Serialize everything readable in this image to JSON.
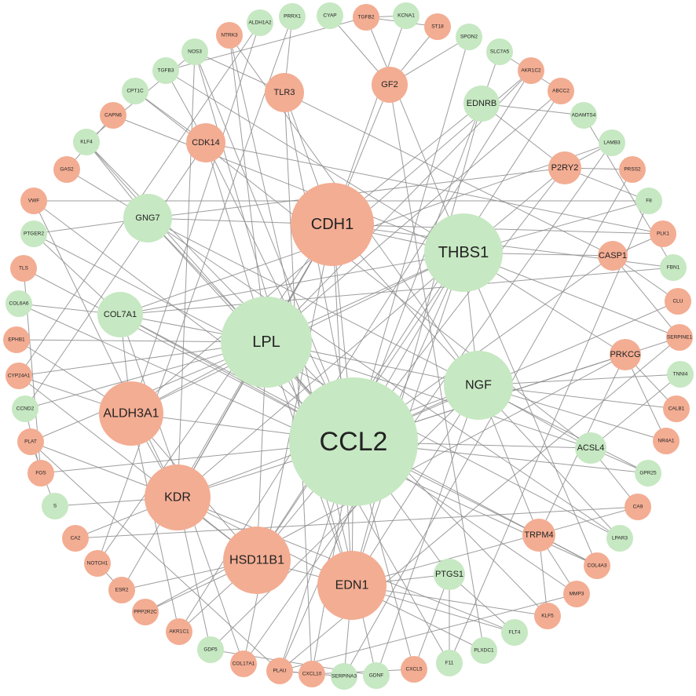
{
  "colors": {
    "up": "#f3ad93",
    "down": "#c6e8c2",
    "edge": "#8c8c8c"
  },
  "nodes": [
    {
      "id": "CCL2",
      "group": "down",
      "size": "xl"
    },
    {
      "id": "LPL",
      "group": "down",
      "size": "lg"
    },
    {
      "id": "CDH1",
      "group": "up",
      "size": "lg"
    },
    {
      "id": "THBS1",
      "group": "down",
      "size": "lg"
    },
    {
      "id": "NGF",
      "group": "down",
      "size": "md"
    },
    {
      "id": "EDN1",
      "group": "up",
      "size": "md"
    },
    {
      "id": "HSD11B1",
      "group": "up",
      "size": "md"
    },
    {
      "id": "KDR",
      "group": "up",
      "size": "md"
    },
    {
      "id": "ALDH3A1",
      "group": "up",
      "size": "md"
    },
    {
      "id": "COL7A1",
      "group": "down",
      "size": "sm"
    },
    {
      "id": "GNG7",
      "group": "down",
      "size": "sm"
    },
    {
      "id": "CDK14",
      "group": "up",
      "size": "sm"
    },
    {
      "id": "TLR3",
      "group": "up",
      "size": "sm"
    },
    {
      "id": "GF2",
      "group": "up",
      "size": "sm"
    },
    {
      "id": "EDNRB",
      "group": "down",
      "size": "sm"
    },
    {
      "id": "P2RY2",
      "group": "up",
      "size": "sm"
    },
    {
      "id": "CASP1",
      "group": "up",
      "size": "sm"
    },
    {
      "id": "PRKCG",
      "group": "up",
      "size": "sm"
    },
    {
      "id": "ACSL4",
      "group": "down",
      "size": "sm"
    },
    {
      "id": "TRPM4",
      "group": "up",
      "size": "sm"
    },
    {
      "id": "PTGS1",
      "group": "down",
      "size": "sm"
    },
    {
      "id": "CYAP",
      "group": "down",
      "size": "xs"
    },
    {
      "id": "TGFB2",
      "group": "up",
      "size": "xs"
    },
    {
      "id": "KCNA1",
      "group": "down",
      "size": "xs"
    },
    {
      "id": "ST18",
      "group": "up",
      "size": "xs"
    },
    {
      "id": "SPON2",
      "group": "down",
      "size": "xs"
    },
    {
      "id": "SLC7A5",
      "group": "down",
      "size": "xs"
    },
    {
      "id": "AKR1C2",
      "group": "up",
      "size": "xs"
    },
    {
      "id": "ABCC2",
      "group": "up",
      "size": "xs"
    },
    {
      "id": "ADAMTS4",
      "group": "down",
      "size": "xs"
    },
    {
      "id": "LAMB3",
      "group": "down",
      "size": "xs"
    },
    {
      "id": "PRSS2",
      "group": "up",
      "size": "xs"
    },
    {
      "id": "F8",
      "group": "down",
      "size": "xs"
    },
    {
      "id": "PLK1",
      "group": "up",
      "size": "xs"
    },
    {
      "id": "FBN1",
      "group": "down",
      "size": "xs"
    },
    {
      "id": "CLU",
      "group": "up",
      "size": "xs"
    },
    {
      "id": "SERPINE1",
      "group": "up",
      "size": "xs"
    },
    {
      "id": "TNNI4",
      "group": "down",
      "size": "xs"
    },
    {
      "id": "CALB1",
      "group": "up",
      "size": "xs"
    },
    {
      "id": "NR4A1",
      "group": "up",
      "size": "xs"
    },
    {
      "id": "GPR25",
      "group": "down",
      "size": "xs"
    },
    {
      "id": "CA9",
      "group": "up",
      "size": "xs"
    },
    {
      "id": "LPAR3",
      "group": "down",
      "size": "xs"
    },
    {
      "id": "COL4A3",
      "group": "up",
      "size": "xs"
    },
    {
      "id": "MMP3",
      "group": "up",
      "size": "xs"
    },
    {
      "id": "KLF5",
      "group": "up",
      "size": "xs"
    },
    {
      "id": "FLT4",
      "group": "down",
      "size": "xs"
    },
    {
      "id": "PLXDC1",
      "group": "down",
      "size": "xs"
    },
    {
      "id": "F11",
      "group": "down",
      "size": "xs"
    },
    {
      "id": "CXCL5",
      "group": "up",
      "size": "xs"
    },
    {
      "id": "GDNF",
      "group": "down",
      "size": "xs"
    },
    {
      "id": "SERPINA3",
      "group": "down",
      "size": "xs"
    },
    {
      "id": "CXCL10",
      "group": "up",
      "size": "xs"
    },
    {
      "id": "PLAU",
      "group": "up",
      "size": "xs"
    },
    {
      "id": "COL17A1",
      "group": "up",
      "size": "xs"
    },
    {
      "id": "GDF5",
      "group": "down",
      "size": "xs"
    },
    {
      "id": "AKR1C1",
      "group": "up",
      "size": "xs"
    },
    {
      "id": "PPP2R2C",
      "group": "up",
      "size": "xs"
    },
    {
      "id": "ESR2",
      "group": "up",
      "size": "xs"
    },
    {
      "id": "NOTCH1",
      "group": "up",
      "size": "xs"
    },
    {
      "id": "CA2",
      "group": "up",
      "size": "xs"
    },
    {
      "id": "S",
      "group": "down",
      "size": "xs"
    },
    {
      "id": "FOS",
      "group": "up",
      "size": "xs"
    },
    {
      "id": "PLAT",
      "group": "up",
      "size": "xs"
    },
    {
      "id": "CCND2",
      "group": "down",
      "size": "xs"
    },
    {
      "id": "CYP24A1",
      "group": "up",
      "size": "xs"
    },
    {
      "id": "EPHB1",
      "group": "up",
      "size": "xs"
    },
    {
      "id": "COL6A6",
      "group": "down",
      "size": "xs"
    },
    {
      "id": "TLS",
      "group": "up",
      "size": "xs"
    },
    {
      "id": "PTGER2",
      "group": "down",
      "size": "xs"
    },
    {
      "id": "VWF",
      "group": "up",
      "size": "xs"
    },
    {
      "id": "GAS2",
      "group": "up",
      "size": "xs"
    },
    {
      "id": "KLF4",
      "group": "down",
      "size": "xs"
    },
    {
      "id": "CAPN6",
      "group": "up",
      "size": "xs"
    },
    {
      "id": "CPT1C",
      "group": "down",
      "size": "xs"
    },
    {
      "id": "TGFB3",
      "group": "down",
      "size": "xs"
    },
    {
      "id": "NOS3",
      "group": "down",
      "size": "xs"
    },
    {
      "id": "NTRK3",
      "group": "up",
      "size": "xs"
    },
    {
      "id": "ALDH1A2",
      "group": "down",
      "size": "xs"
    },
    {
      "id": "PRRX1",
      "group": "down",
      "size": "xs"
    }
  ],
  "edges": [
    [
      "CCL2",
      "LPL"
    ],
    [
      "CCL2",
      "CDH1"
    ],
    [
      "CCL2",
      "THBS1"
    ],
    [
      "CCL2",
      "NGF"
    ],
    [
      "CCL2",
      "EDN1"
    ],
    [
      "CCL2",
      "HSD11B1"
    ],
    [
      "CCL2",
      "KDR"
    ],
    [
      "CCL2",
      "ALDH3A1"
    ],
    [
      "CCL2",
      "COL7A1"
    ],
    [
      "CCL2",
      "GNG7"
    ],
    [
      "CCL2",
      "CDK14"
    ],
    [
      "CCL2",
      "TLR3"
    ],
    [
      "CCL2",
      "EDNRB"
    ],
    [
      "CCL2",
      "P2RY2"
    ],
    [
      "CCL2",
      "CASP1"
    ],
    [
      "CCL2",
      "PRKCG"
    ],
    [
      "CCL2",
      "ACSL4"
    ],
    [
      "CCL2",
      "TRPM4"
    ],
    [
      "CCL2",
      "PTGS1"
    ],
    [
      "CCL2",
      "CXCL10"
    ],
    [
      "CCL2",
      "PLAU"
    ],
    [
      "CCL2",
      "SERPINE1"
    ],
    [
      "CCL2",
      "TLS"
    ],
    [
      "CCL2",
      "VWF"
    ],
    [
      "CCL2",
      "FOS"
    ],
    [
      "CCL2",
      "CXCL5"
    ],
    [
      "CCL2",
      "MMP3"
    ],
    [
      "CCL2",
      "KLF4"
    ],
    [
      "CCL2",
      "CLU"
    ],
    [
      "CCL2",
      "GPR25"
    ],
    [
      "CCL2",
      "NOS3"
    ],
    [
      "CCL2",
      "SPON2"
    ],
    [
      "LPL",
      "CDH1"
    ],
    [
      "LPL",
      "THBS1"
    ],
    [
      "LPL",
      "NGF"
    ],
    [
      "LPL",
      "EDN1"
    ],
    [
      "LPL",
      "KDR"
    ],
    [
      "LPL",
      "ALDH3A1"
    ],
    [
      "LPL",
      "COL7A1"
    ],
    [
      "LPL",
      "HSD11B1"
    ],
    [
      "LPL",
      "GNG7"
    ],
    [
      "LPL",
      "CDK14"
    ],
    [
      "LPL",
      "ACSL4"
    ],
    [
      "LPL",
      "PLAT"
    ],
    [
      "LPL",
      "CCND2"
    ],
    [
      "LPL",
      "ABCC2"
    ],
    [
      "LPL",
      "AKR1C2"
    ],
    [
      "LPL",
      "CYP24A1"
    ],
    [
      "LPL",
      "F11"
    ],
    [
      "LPL",
      "EPHB1"
    ],
    [
      "LPL",
      "NTRK3"
    ],
    [
      "CDH1",
      "THBS1"
    ],
    [
      "CDH1",
      "NGF"
    ],
    [
      "CDH1",
      "EDN1"
    ],
    [
      "CDH1",
      "KDR"
    ],
    [
      "CDH1",
      "GNG7"
    ],
    [
      "CDH1",
      "TLR3"
    ],
    [
      "CDH1",
      "GF2"
    ],
    [
      "CDH1",
      "EDNRB"
    ],
    [
      "CDH1",
      "ESR2"
    ],
    [
      "CDH1",
      "NOTCH1"
    ],
    [
      "CDH1",
      "COL17A1"
    ],
    [
      "CDH1",
      "KCNA1"
    ],
    [
      "CDH1",
      "PLK1"
    ],
    [
      "CDH1",
      "FBN1"
    ],
    [
      "THBS1",
      "NGF"
    ],
    [
      "THBS1",
      "EDN1"
    ],
    [
      "THBS1",
      "KDR"
    ],
    [
      "THBS1",
      "HSD11B1"
    ],
    [
      "THBS1",
      "ALDH3A1"
    ],
    [
      "THBS1",
      "COL7A1"
    ],
    [
      "THBS1",
      "P2RY2"
    ],
    [
      "THBS1",
      "CASP1"
    ],
    [
      "THBS1",
      "PRKCG"
    ],
    [
      "THBS1",
      "TGFB2"
    ],
    [
      "THBS1",
      "TGFB3"
    ],
    [
      "THBS1",
      "PLAU"
    ],
    [
      "THBS1",
      "COL4A3"
    ],
    [
      "THBS1",
      "SERPINE1"
    ],
    [
      "THBS1",
      "F8"
    ],
    [
      "THBS1",
      "CAPN6"
    ],
    [
      "NGF",
      "EDN1"
    ],
    [
      "NGF",
      "KDR"
    ],
    [
      "NGF",
      "TRPM4"
    ],
    [
      "NGF",
      "ACSL4"
    ],
    [
      "NGF",
      "NTRK3"
    ],
    [
      "NGF",
      "GDNF"
    ],
    [
      "NGF",
      "GDF5"
    ],
    [
      "NGF",
      "TNNI4"
    ],
    [
      "NGF",
      "NR4A1"
    ],
    [
      "NGF",
      "CALB1"
    ],
    [
      "NGF",
      "LPAR3"
    ],
    [
      "EDN1",
      "HSD11B1"
    ],
    [
      "EDN1",
      "KDR"
    ],
    [
      "EDN1",
      "EDNRB"
    ],
    [
      "EDN1",
      "PTGS1"
    ],
    [
      "EDN1",
      "NOS3"
    ],
    [
      "EDN1",
      "FLT4"
    ],
    [
      "EDN1",
      "PLXDC1"
    ],
    [
      "EDN1",
      "KLF5"
    ],
    [
      "EDN1",
      "CA9"
    ],
    [
      "EDN1",
      "SERPINA3"
    ],
    [
      "HSD11B1",
      "KDR"
    ],
    [
      "HSD11B1",
      "ALDH3A1"
    ],
    [
      "HSD11B1",
      "AKR1C1"
    ],
    [
      "HSD11B1",
      "PPP2R2C"
    ],
    [
      "HSD11B1",
      "ESR2"
    ],
    [
      "HSD11B1",
      "CYP24A1"
    ],
    [
      "HSD11B1",
      "ABCC2"
    ],
    [
      "KDR",
      "ALDH3A1"
    ],
    [
      "KDR",
      "FLT4"
    ],
    [
      "KDR",
      "VWF"
    ],
    [
      "KDR",
      "NOS3"
    ],
    [
      "KDR",
      "PLAT"
    ],
    [
      "KDR",
      "CA2"
    ],
    [
      "KDR",
      "S"
    ],
    [
      "KDR",
      "GDF5"
    ],
    [
      "ALDH3A1",
      "COL7A1"
    ],
    [
      "ALDH3A1",
      "AKR1C1"
    ],
    [
      "ALDH3A1",
      "AKR1C2"
    ],
    [
      "ALDH3A1",
      "ALDH1A2"
    ],
    [
      "ALDH3A1",
      "CYP24A1"
    ],
    [
      "ALDH3A1",
      "EPHB1"
    ],
    [
      "COL7A1",
      "COL17A1"
    ],
    [
      "COL7A1",
      "COL6A6"
    ],
    [
      "COL7A1",
      "COL4A3"
    ],
    [
      "COL7A1",
      "LAMB3"
    ],
    [
      "COL7A1",
      "FBN1"
    ],
    [
      "COL7A1",
      "PTGER2"
    ],
    [
      "GNG7",
      "PTGER2"
    ],
    [
      "GNG7",
      "P2RY2"
    ],
    [
      "GNG7",
      "LPAR3"
    ],
    [
      "GNG7",
      "GPR25"
    ],
    [
      "GNG7",
      "KLF4"
    ],
    [
      "GNG7",
      "GAS2"
    ],
    [
      "CDK14",
      "PLK1"
    ],
    [
      "CDK14",
      "CCND2"
    ],
    [
      "CDK14",
      "CPT1C"
    ],
    [
      "CDK14",
      "TGFB3"
    ],
    [
      "TLR3",
      "CXCL10"
    ],
    [
      "TLR3",
      "CASP1"
    ],
    [
      "TLR3",
      "PRRX1"
    ],
    [
      "TLR3",
      "NOS3"
    ],
    [
      "GF2",
      "SPON2"
    ],
    [
      "GF2",
      "ST18"
    ],
    [
      "GF2",
      "CYAP"
    ],
    [
      "GF2",
      "PLXDC1"
    ],
    [
      "EDNRB",
      "P2RY2"
    ],
    [
      "EDNRB",
      "SLC7A5"
    ],
    [
      "EDNRB",
      "ADAMTS4"
    ],
    [
      "P2RY2",
      "PRSS2"
    ],
    [
      "P2RY2",
      "LAMB3"
    ],
    [
      "P2RY2",
      "F8"
    ],
    [
      "CASP1",
      "PLK1"
    ],
    [
      "CASP1",
      "CLU"
    ],
    [
      "CASP1",
      "SERPINE1"
    ],
    [
      "PRKCG",
      "TRPM4"
    ],
    [
      "PRKCG",
      "NR4A1"
    ],
    [
      "PRKCG",
      "CALB1"
    ],
    [
      "ACSL4",
      "GPR25"
    ],
    [
      "ACSL4",
      "CA9"
    ],
    [
      "ACSL4",
      "TNNI4"
    ],
    [
      "TRPM4",
      "COL4A3"
    ],
    [
      "TRPM4",
      "MMP3"
    ],
    [
      "TRPM4",
      "KLF5"
    ],
    [
      "PTGS1",
      "CXCL5"
    ],
    [
      "PTGS1",
      "F11"
    ],
    [
      "PTGS1",
      "FLT4"
    ],
    [
      "PLAU",
      "SERPINE1"
    ],
    [
      "PLAU",
      "PLAT"
    ],
    [
      "PLAU",
      "MMP3"
    ],
    [
      "PLAU",
      "SERPINA3"
    ],
    [
      "PLAU",
      "CXCL10"
    ],
    [
      "TGFB2",
      "TGFB3"
    ],
    [
      "TGFB2",
      "KCNA1"
    ],
    [
      "TGFB2",
      "ST18"
    ],
    [
      "CA2",
      "CA9"
    ],
    [
      "ESR2",
      "NOTCH1"
    ],
    [
      "CCND2",
      "FOS"
    ],
    [
      "VWF",
      "F8"
    ],
    [
      "F11",
      "F8"
    ],
    [
      "NOS3",
      "KLF4"
    ],
    [
      "KLF4",
      "KLF5"
    ],
    [
      "CAPN6",
      "GAS2"
    ],
    [
      "ALDH1A2",
      "CYP24A1"
    ],
    [
      "COL17A1",
      "LAMB3"
    ],
    [
      "GDNF",
      "GDF5"
    ],
    [
      "CXCL10",
      "CXCL5"
    ],
    [
      "SLC7A5",
      "ABCC2"
    ],
    [
      "ADAMTS4",
      "FBN1"
    ],
    [
      "PRSS2",
      "SERPINA3"
    ],
    [
      "TLS",
      "FOS"
    ],
    [
      "COL6A6",
      "COL4A3"
    ],
    [
      "NOTCH1",
      "PRRX1"
    ],
    [
      "AKR1C1",
      "AKR1C2"
    ],
    [
      "PPP2R2C",
      "PRKCG"
    ],
    [
      "LPAR3",
      "PTGER2"
    ],
    [
      "CPT1C",
      "ACSL4"
    ],
    [
      "S",
      "PLAT"
    ],
    [
      "NTRK3",
      "GDNF"
    ]
  ]
}
